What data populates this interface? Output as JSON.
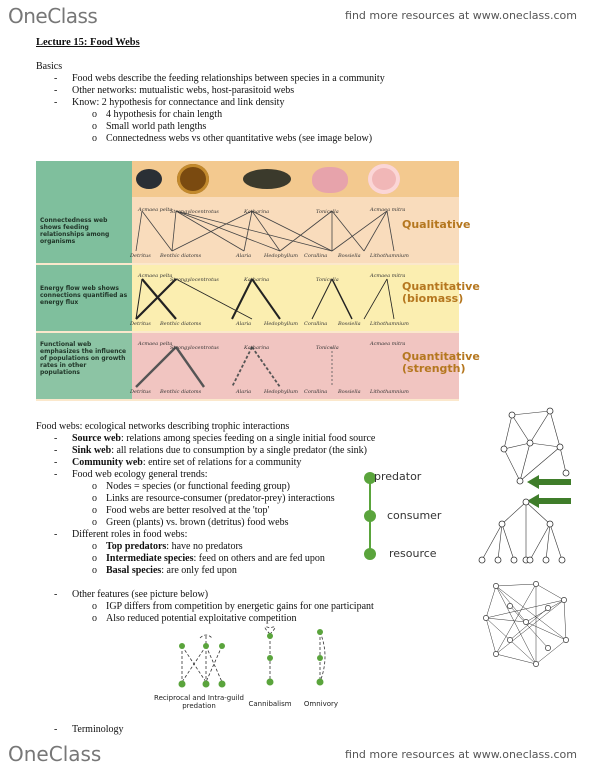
{
  "header": {
    "logo": "OneClass",
    "link": "find more resources at www.oneclass.com"
  },
  "footer": {
    "logo": "OneClass",
    "link": "find more resources at www.oneclass.com"
  },
  "lecture_title": "Lecture 15: Food Webs",
  "basics": {
    "heading": "Basics",
    "items": [
      "Food webs describe the feeding relationships between species in a community",
      "Other networks: mutualistic webs, host-parasitoid webs",
      "Know: 2 hypothesis for connectance and link density"
    ],
    "sub_items": [
      "4 hypothesis for chain length",
      "Small world path lengths",
      "Connectedness webs vs other quantitative webs (see image below)"
    ]
  },
  "figure": {
    "rows": [
      {
        "label": "Connectedness web shows feeding relationships among organisms",
        "quality": "Qualitative"
      },
      {
        "label": "Energy flow web shows connections quantified as energy flux",
        "quality": "Quantitative (biomass)"
      },
      {
        "label": "Functional web emphasizes the influence of populations on growth rates in other populations",
        "quality": "Quantitative (strength)"
      }
    ],
    "top_species": [
      "Acmaea pelta",
      "Strongylocentrotus",
      "Katharina",
      "Tonicella",
      "Acmaea mitra"
    ],
    "bottom_species": [
      "Detritus",
      "Benthic diatoms",
      "Alaria",
      "Hedophyllum",
      "Corallina",
      "Bossiella",
      "Lithothamnium"
    ]
  },
  "foodwebs": {
    "intro": "Food webs: ecological networks describing trophic interactions",
    "source_term": "Source web",
    "source_text": ": relations among species feeding on a single initial food source",
    "sink_term": "Sink web",
    "sink_text": ": all relations due to consumption by a single predator (the sink)",
    "community_term": "Community web",
    "community_text": ": entire set of relations for a community",
    "trends": "Food web ecology general trends:",
    "trend_items": [
      "Nodes = species (or functional feeding group)",
      "Links are resource-consumer (predator-prey) interactions",
      "Food webs are better resolved at the 'top'",
      "Green (plants) vs. brown (detritus) food webs"
    ],
    "roles": "Different roles in food webs:",
    "top_term": "Top predators",
    "top_text": ": have no predators",
    "inter_term": "Intermediate species",
    "inter_text": ": feed on others and are fed upon",
    "basal_term": "Basal species",
    "basal_text": ": are only fed upon",
    "other": "Other features (see picture below)",
    "other_items": [
      "IGP differs from competition by energetic gains for one participant",
      "Also reduced potential exploitative competition"
    ],
    "terminology": "Terminology"
  },
  "chain_diagram": {
    "predator": "predator",
    "consumer": "consumer",
    "resource": "resource"
  },
  "motifs": {
    "igp": "Reciprocal and Intra-guild predation",
    "cannibalism": "Cannibalism",
    "omnivory": "Omnivory"
  },
  "colors": {
    "green_node": "#5aa43c",
    "arrow_green": "#3f7d2a",
    "qualitative": "#b5771f",
    "left_panel": "#7fbf9d"
  }
}
